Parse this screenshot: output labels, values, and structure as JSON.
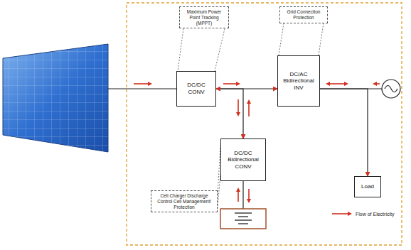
{
  "diagram": {
    "nodes": [
      {
        "text": [
          "Maximum Power Point Tracking (MPPT)"
        ]
      },
      {
        "text": [
          "Grid Connection Protection"
        ]
      },
      {
        "text": [
          "DC/DC CONV"
        ]
      },
      {
        "text": [
          "DC/AC Bidirectional INV"
        ]
      },
      {
        "text": [
          "DC/DC Bidirectional CONV"
        ]
      },
      {
        "text": [
          "Cell Charge/ Discharge Control Cell Management/ Protection"
        ]
      },
      {
        "text": [
          "Load"
        ]
      }
    ],
    "edges": [
      {
        "from": 2,
        "to": 3,
        "arrow": "to"
      },
      {
        "from": 2,
        "to": 4,
        "arrow": "both"
      },
      {
        "from": 3,
        "to": 6,
        "arrow": "to"
      },
      {
        "from": 0,
        "to": 2,
        "arrow": "none"
      },
      {
        "from": 1,
        "to": 3,
        "arrow": "none"
      },
      {
        "from": 5,
        "to": 4,
        "arrow": "none"
      }
    ],
    "legend": [
      {
        "text": "Flow of Electricity"
      }
    ]
  }
}
